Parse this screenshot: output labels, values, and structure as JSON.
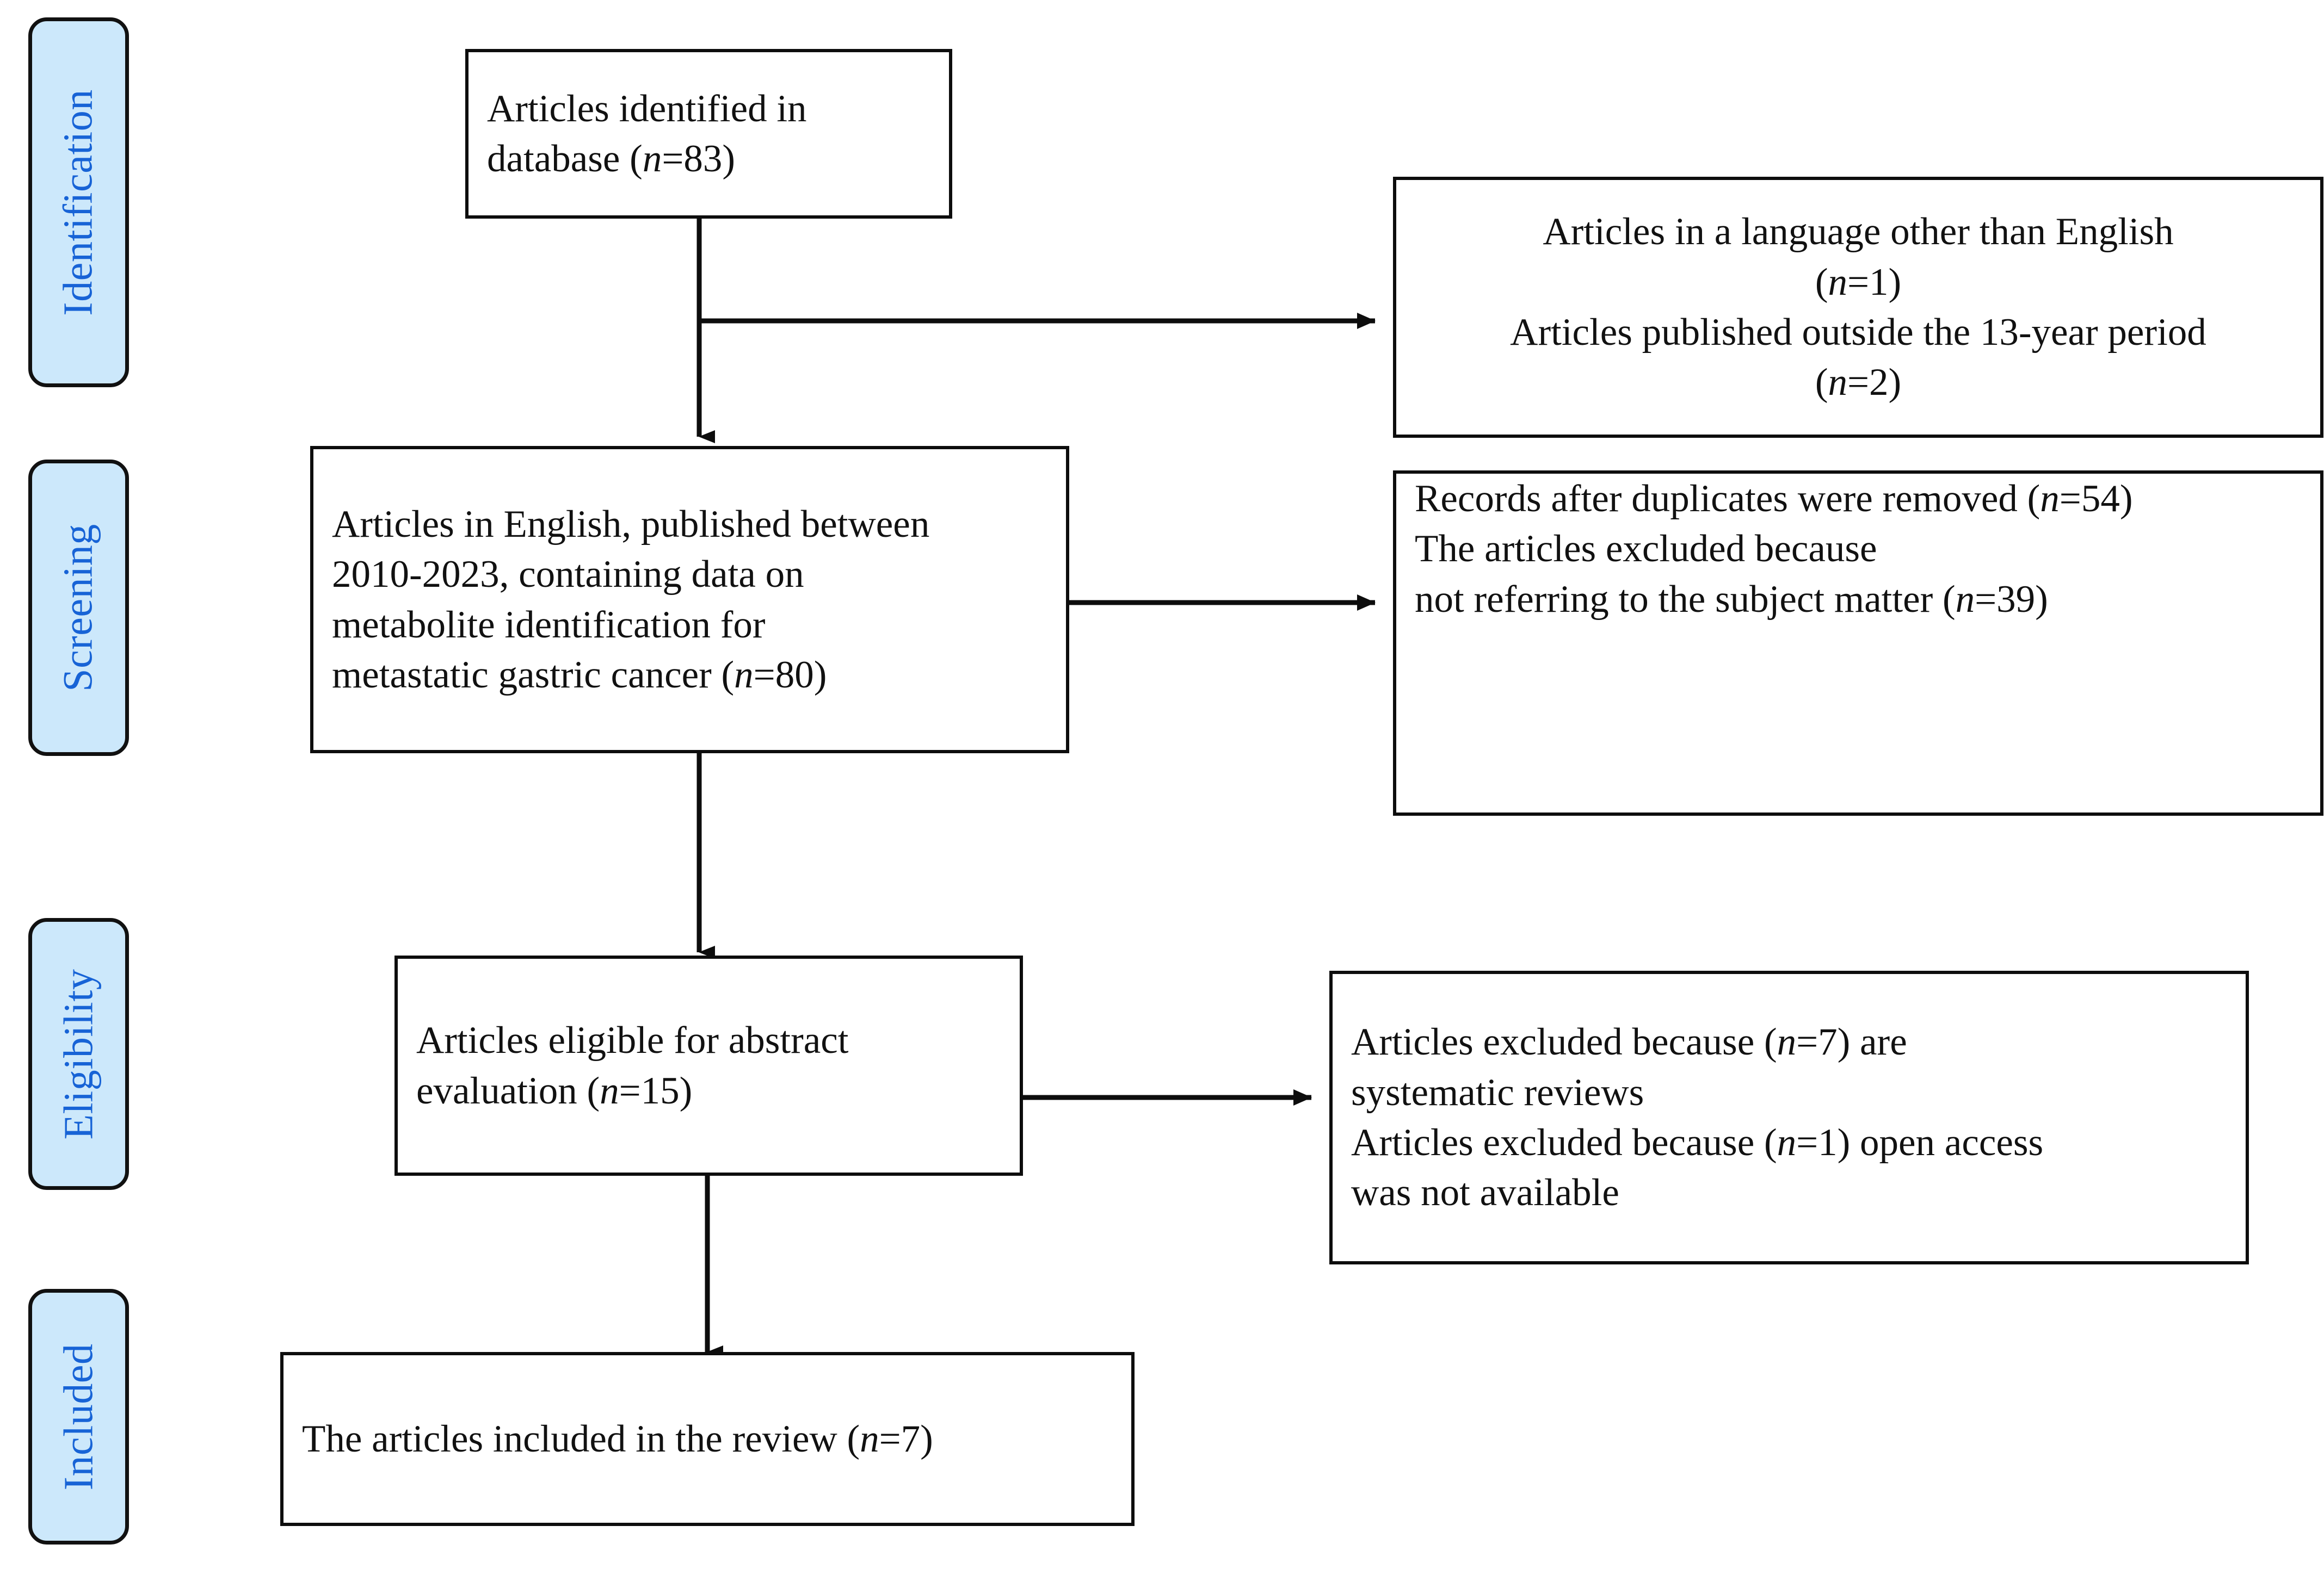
{
  "diagram": {
    "type": "prisma-flow-diagram",
    "accent_blue_text": "#1763d6",
    "stage_box_fill": "#cce8fb",
    "stroke": "#0d0d0d"
  },
  "stages": [
    {
      "id": "identification",
      "label": "Identification"
    },
    {
      "id": "screening",
      "label": "Screening"
    },
    {
      "id": "eligibility",
      "label": "Eligibility"
    },
    {
      "id": "included",
      "label": "Included"
    }
  ],
  "nodes": {
    "identified": {
      "line1": "Articles identified in",
      "line2_pre": "database (",
      "line2_n": "n",
      "line2_post": "=83)"
    },
    "english_filtered": {
      "line1": "Articles in English, published between",
      "line2": "2010-2023, containing data on",
      "line3": "metabolite identification for",
      "line4_pre": "metastatic gastric cancer (",
      "line4_n": "n",
      "line4_post": "=80)"
    },
    "eligible_abstract": {
      "line1": "Articles  eligible  for  abstract",
      "line2_pre": "evaluation (",
      "line2_n": "n",
      "line2_post": "=15)"
    },
    "included_final": {
      "line1_pre": "The articles included in the review (",
      "line1_n": "n",
      "line1_post": "=7)"
    }
  },
  "exclusions": {
    "identification": {
      "line1": "Articles in a language other than English",
      "line2_pre": "(",
      "line2_n": "n",
      "line2_post": "=1)",
      "line3": "Articles published outside the 13-year period",
      "line4_pre": "(",
      "line4_n": "n",
      "line4_post": "=2)"
    },
    "screening": {
      "line1_pre": "Records after duplicates were removed (",
      "line1_n": "n",
      "line1_post": "=54)",
      "line2": "The       articles       excluded       because",
      "line3_pre": "not referring to the subject matter (",
      "line3_n": "n",
      "line3_post": "=39)"
    },
    "eligibility": {
      "line1_pre": "Articles excluded because (",
      "line1_n": "n",
      "line1_post": "=7) are",
      "line2": "systematic reviews",
      "line3_pre": "Articles excluded because (",
      "line3_n": "n",
      "line3_post": "=1) open access",
      "line4": "was not available"
    }
  },
  "counts": {
    "identified_in_database": 83,
    "other_language_excluded": 1,
    "outside_period_excluded": 2,
    "after_language_date_filter": 80,
    "duplicates_removed": 54,
    "off_topic_excluded": 39,
    "eligible_for_abstract": 15,
    "systematic_reviews_excluded": 7,
    "no_open_access_excluded": 1,
    "included_in_review": 7
  }
}
